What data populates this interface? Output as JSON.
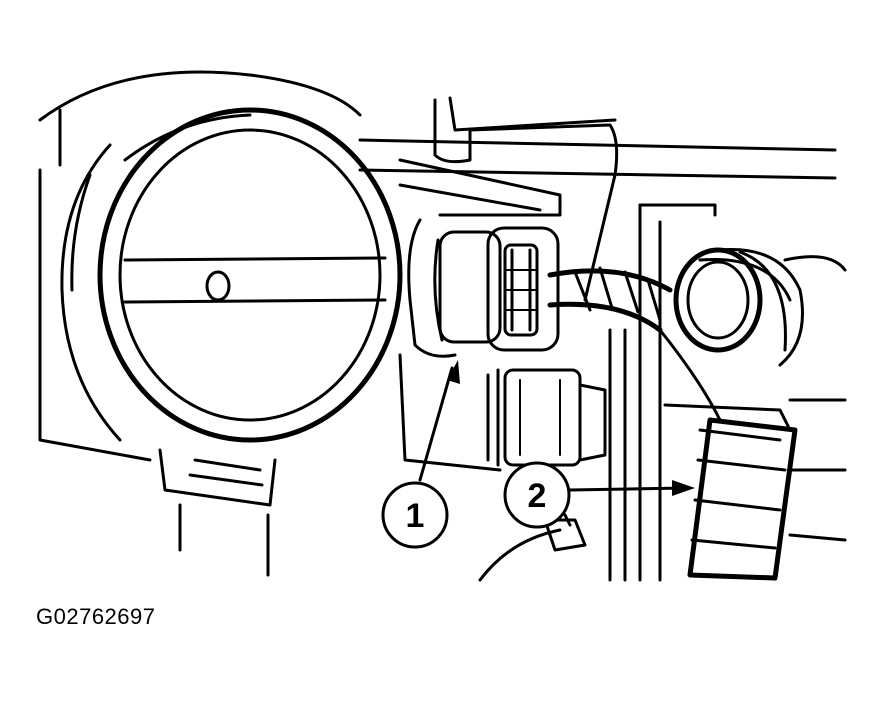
{
  "callouts": [
    {
      "id": "1",
      "label": "1"
    },
    {
      "id": "2",
      "label": "2"
    }
  ],
  "figure_code": "G02762697",
  "colors": {
    "ink": "#000000",
    "paper": "#ffffff"
  }
}
